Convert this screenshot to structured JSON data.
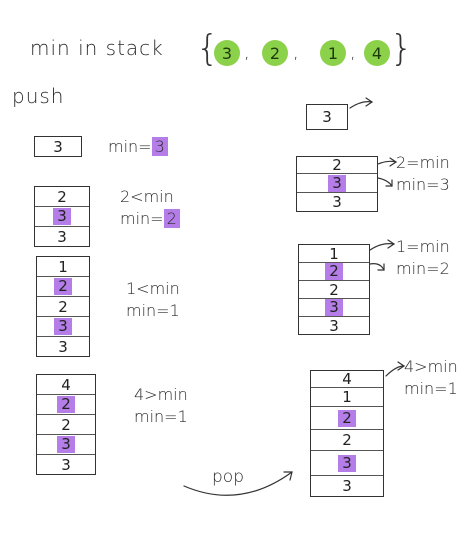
{
  "header": {
    "title": "min in stack",
    "sequence": [
      "3",
      "2",
      "1",
      "4"
    ],
    "circle_color": "#8bd14a",
    "brace_open": "{",
    "brace_close": "}"
  },
  "push_label": "push",
  "pop_label": "pop",
  "highlight_color": "#b57de8",
  "push_steps": [
    {
      "cells": [
        {
          "v": "3",
          "hl": false
        }
      ],
      "note1": "min=",
      "note1_hl": "3",
      "note2": ""
    },
    {
      "cells": [
        {
          "v": "2",
          "hl": false
        },
        {
          "v": "3",
          "hl": true
        },
        {
          "v": "3",
          "hl": false
        }
      ],
      "note1": "2<min",
      "note2": "min=",
      "note2_hl": "2"
    },
    {
      "cells": [
        {
          "v": "1",
          "hl": false
        },
        {
          "v": "2",
          "hl": true
        },
        {
          "v": "2",
          "hl": false
        },
        {
          "v": "3",
          "hl": true
        },
        {
          "v": "3",
          "hl": false
        }
      ],
      "note1": "1<min",
      "note2": "min=1"
    },
    {
      "cells": [
        {
          "v": "4",
          "hl": false
        },
        {
          "v": "2",
          "hl": true
        },
        {
          "v": "2",
          "hl": false
        },
        {
          "v": "3",
          "hl": true
        },
        {
          "v": "3",
          "hl": false
        }
      ],
      "note1": "4>min",
      "note2": "min=1"
    }
  ],
  "pop_steps": [
    {
      "cells": [
        {
          "v": "3",
          "hl": false
        }
      ],
      "note1": "",
      "note2": ""
    },
    {
      "cells": [
        {
          "v": "2",
          "hl": false
        },
        {
          "v": "3",
          "hl": true
        },
        {
          "v": "3",
          "hl": false
        }
      ],
      "note1": "2=min",
      "note2": "min=3"
    },
    {
      "cells": [
        {
          "v": "1",
          "hl": false
        },
        {
          "v": "2",
          "hl": true
        },
        {
          "v": "2",
          "hl": false
        },
        {
          "v": "3",
          "hl": true
        },
        {
          "v": "3",
          "hl": false
        }
      ],
      "note1": "1=min",
      "note2": "min=2"
    },
    {
      "cells": [
        {
          "v": "4",
          "hl": false
        },
        {
          "v": "1",
          "hl": false
        },
        {
          "v": "2",
          "hl": true
        },
        {
          "v": "2",
          "hl": false
        },
        {
          "v": "3",
          "hl": true
        },
        {
          "v": "3",
          "hl": false
        }
      ],
      "note1": "4>min",
      "note2": "min=1"
    }
  ]
}
